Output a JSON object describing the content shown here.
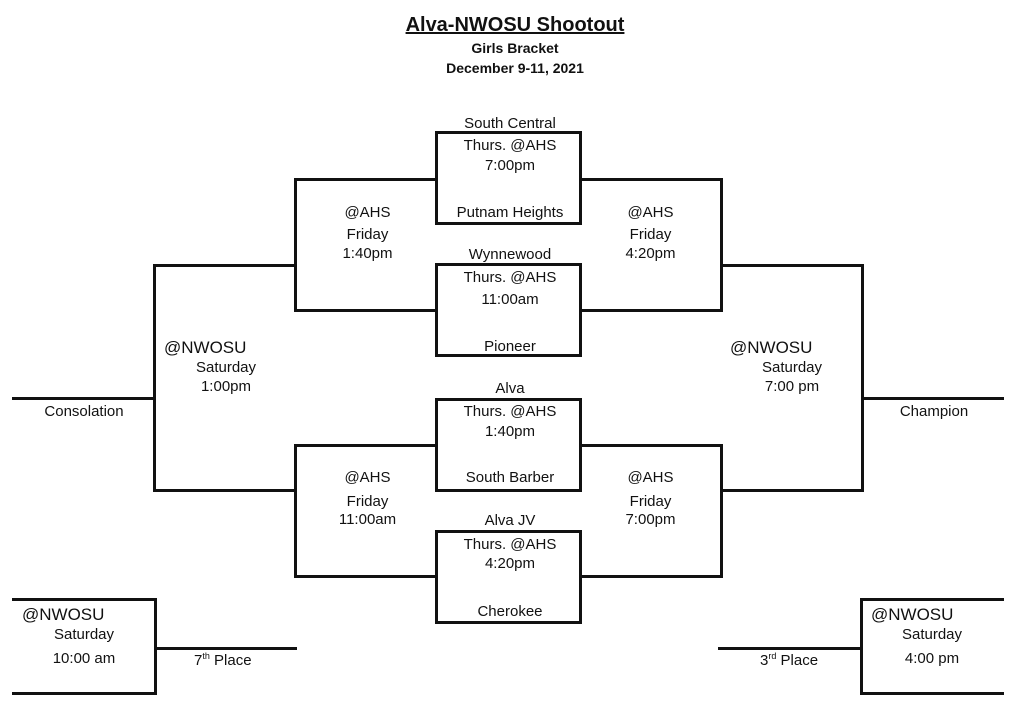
{
  "header": {
    "title": "Alva-NWOSU Shootout",
    "subtitle": "Girls Bracket",
    "dates": "December 9-11, 2021"
  },
  "games": {
    "g1": {
      "top_team": "South Central",
      "day_site": "Thurs. @AHS",
      "time": "7:00pm",
      "bottom_team": "Putnam Heights"
    },
    "g2": {
      "top_team": "Wynnewood",
      "day_site": "Thurs. @AHS",
      "time": "11:00am",
      "bottom_team": "Pioneer"
    },
    "g3": {
      "top_team": "Alva",
      "day_site": "Thurs. @AHS",
      "time": "1:40pm",
      "bottom_team": "South Barber"
    },
    "g4": {
      "top_team": "Alva JV",
      "day_site": "Thurs. @AHS",
      "time": "4:20pm",
      "bottom_team": "Cherokee"
    }
  },
  "consolation_semis": {
    "top": {
      "site": "@AHS",
      "day": "Friday",
      "time": "1:40pm"
    },
    "bottom": {
      "site": "@AHS",
      "day": "Friday",
      "time": "11:00am"
    }
  },
  "championship_semis": {
    "top": {
      "site": "@AHS",
      "day": "Friday",
      "time": "4:20pm"
    },
    "bottom": {
      "site": "@AHS",
      "day": "Friday",
      "time": "7:00pm"
    }
  },
  "finals": {
    "consolation": {
      "site": "@NWOSU",
      "day": "Saturday",
      "time": "1:00pm",
      "label": "Consolation"
    },
    "championship": {
      "site": "@NWOSU",
      "day": "Saturday",
      "time": "7:00 pm",
      "label": "Champion"
    }
  },
  "placement": {
    "seventh": {
      "site": "@NWOSU",
      "day": "Saturday",
      "time": "10:00 am",
      "label_num": "7",
      "label_sup": "th",
      "label_text": " Place"
    },
    "third": {
      "site": "@NWOSU",
      "day": "Saturday",
      "time": "4:00 pm",
      "label_num": "3",
      "label_sup": "rd",
      "label_text": " Place"
    }
  }
}
